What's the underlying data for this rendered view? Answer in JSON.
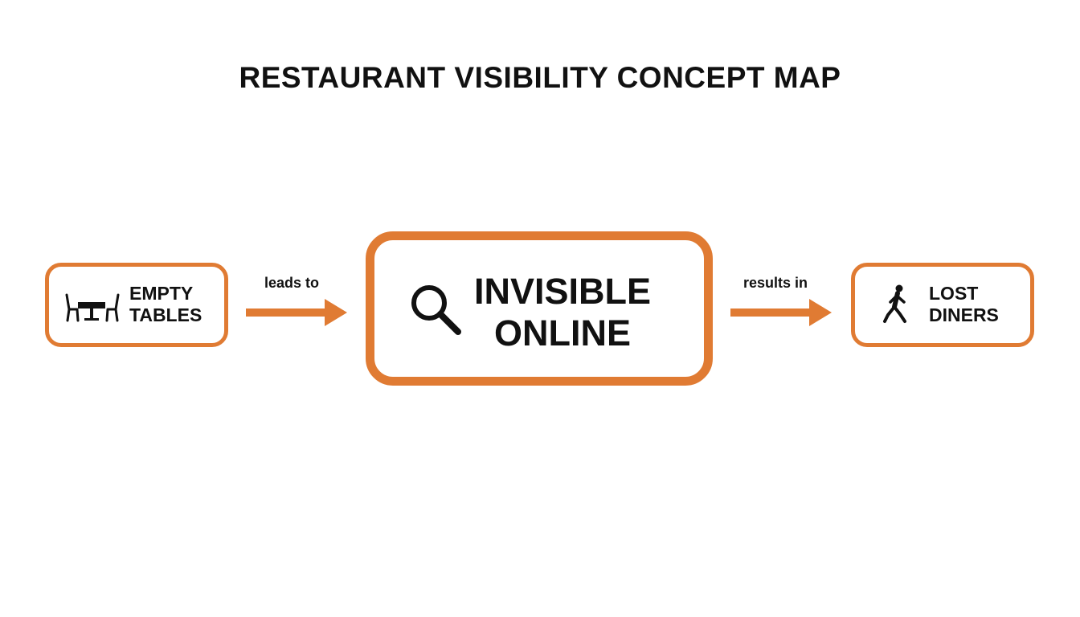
{
  "title": "RESTAURANT VISIBILITY CONCEPT MAP",
  "accent_color": "#e07b33",
  "nodes": {
    "left": {
      "icon": "dining-table-icon",
      "line1": "EMPTY",
      "line2": "TABLES"
    },
    "center": {
      "icon": "magnifier-icon",
      "line1": "INVISIBLE",
      "line2": "ONLINE"
    },
    "right": {
      "icon": "walking-person-icon",
      "line1": "LOST",
      "line2": "DINERS"
    }
  },
  "edges": [
    {
      "label": "leads to"
    },
    {
      "label": "results in"
    }
  ]
}
